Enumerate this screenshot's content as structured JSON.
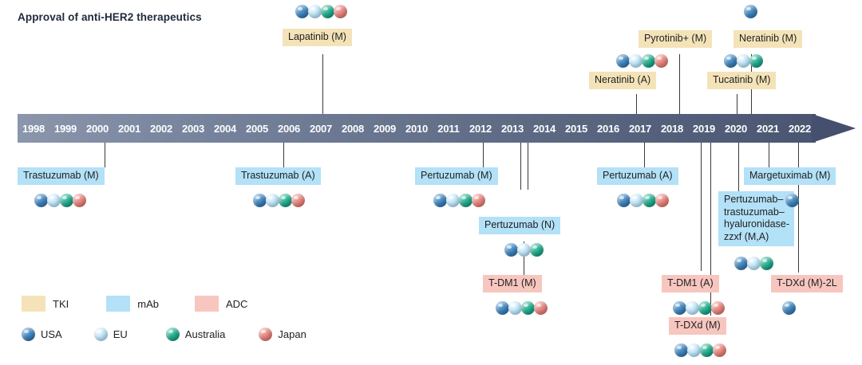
{
  "title": "Approval of anti-HER2 therapeutics",
  "timeline": {
    "years": [
      "1998",
      "1999",
      "2000",
      "2001",
      "2002",
      "2003",
      "2004",
      "2005",
      "2006",
      "2007",
      "2008",
      "2009",
      "2010",
      "2011",
      "2012",
      "2013",
      "2014",
      "2015",
      "2016",
      "2017",
      "2018",
      "2019",
      "2020",
      "2021",
      "2022"
    ],
    "start_year": 1998,
    "end_year": 2022,
    "bar_color_left": "#8b96ac",
    "bar_color_right": "#4a5572",
    "arrow_color": "#44506d"
  },
  "legend": {
    "classes": [
      {
        "label": "TKI",
        "color": "#f4e3b8"
      },
      {
        "label": "mAb",
        "color": "#b3e1f7"
      },
      {
        "label": "ADC",
        "color": "#f7c6bf"
      }
    ],
    "regions": [
      {
        "label": "USA",
        "code": "usa",
        "color": "#3d82bb"
      },
      {
        "label": "EU",
        "code": "eu",
        "color": "#bfe6fa"
      },
      {
        "label": "Australia",
        "code": "aus",
        "color": "#1faa8c"
      },
      {
        "label": "Japan",
        "code": "jpn",
        "color": "#e5827c"
      }
    ]
  },
  "events": [
    {
      "id": "lapatinib-m",
      "label": "Lapatinib (M)",
      "class": "TKI",
      "side": "above",
      "year": 2007,
      "regions": [
        "usa",
        "eu",
        "aus",
        "jpn"
      ]
    },
    {
      "id": "neratinib-a",
      "label": "Neratinib (A)",
      "class": "TKI",
      "side": "above",
      "year": 2017,
      "regions": [
        "usa",
        "eu",
        "aus",
        "jpn"
      ]
    },
    {
      "id": "pyrotinib-m",
      "label": "Pyrotinib+ (M)",
      "class": "TKI",
      "side": "above",
      "year": 2018,
      "regions": []
    },
    {
      "id": "tucatinib-m",
      "label": "Tucatinib (M)",
      "class": "TKI",
      "side": "above",
      "year": 2020,
      "regions": [
        "usa",
        "eu",
        "aus"
      ]
    },
    {
      "id": "neratinib-m",
      "label": "Neratinib (M)",
      "class": "TKI",
      "side": "above",
      "year": 2020,
      "regions": [
        "usa"
      ]
    },
    {
      "id": "trastuzumab-m",
      "label": "Trastuzumab (M)",
      "class": "mAb",
      "side": "below",
      "year": 1998,
      "regions": [
        "usa",
        "eu",
        "aus",
        "jpn"
      ]
    },
    {
      "id": "trastuzumab-a",
      "label": "Trastuzumab (A)",
      "class": "mAb",
      "side": "below",
      "year": 2006,
      "regions": [
        "usa",
        "eu",
        "aus",
        "jpn"
      ]
    },
    {
      "id": "pertuzumab-m",
      "label": "Pertuzumab (M)",
      "class": "mAb",
      "side": "below",
      "year": 2012,
      "regions": [
        "usa",
        "eu",
        "aus",
        "jpn"
      ]
    },
    {
      "id": "pertuzumab-n",
      "label": "Pertuzumab (N)",
      "class": "mAb",
      "side": "below",
      "year": 2013,
      "regions": [
        "usa",
        "eu",
        "aus"
      ]
    },
    {
      "id": "t-dm1-m",
      "label": "T-DM1 (M)",
      "class": "ADC",
      "side": "below",
      "year": 2013,
      "regions": [
        "usa",
        "eu",
        "aus",
        "jpn"
      ]
    },
    {
      "id": "pertuzumab-a",
      "label": "Pertuzumab (A)",
      "class": "mAb",
      "side": "below",
      "year": 2017,
      "regions": [
        "usa",
        "eu",
        "aus",
        "jpn"
      ]
    },
    {
      "id": "t-dm1-a",
      "label": "T-DM1 (A)",
      "class": "ADC",
      "side": "below",
      "year": 2019,
      "regions": [
        "usa",
        "eu",
        "aus",
        "jpn"
      ]
    },
    {
      "id": "t-dxd-m",
      "label": "T-DXd (M)",
      "class": "ADC",
      "side": "below",
      "year": 2019,
      "regions": [
        "usa",
        "eu",
        "aus",
        "jpn"
      ]
    },
    {
      "id": "pert-tras-hyal",
      "label": "Pertuzumab–trastuzumab–hyaluronidase-zzxf (M,A)",
      "class": "mAb",
      "side": "below",
      "year": 2020,
      "regions": [
        "usa",
        "eu",
        "aus"
      ]
    },
    {
      "id": "margetuximab-m",
      "label": "Margetuximab (M)",
      "class": "mAb",
      "side": "below",
      "year": 2020,
      "regions": [
        "usa"
      ]
    },
    {
      "id": "t-dxd-m-2l",
      "label": "T-DXd (M)-2L",
      "class": "ADC",
      "side": "below",
      "year": 2021,
      "regions": [
        "usa"
      ]
    }
  ]
}
